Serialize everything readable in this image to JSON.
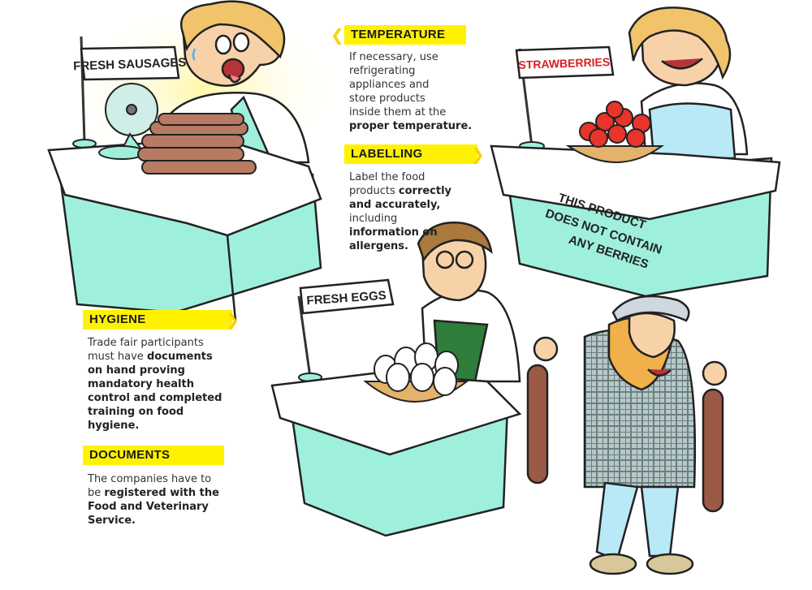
{
  "signs": {
    "sausages": "FRESH SAUSAGES",
    "strawberries": "STRAWBERRIES",
    "eggs": "FRESH EGGS",
    "banner": [
      "THIS PRODUCT",
      "DOES NOT CONTAIN",
      "ANY BERRIES"
    ]
  },
  "temperature": {
    "title": "TEMPERATURE",
    "lines": [
      "If necessary, use",
      "refrigerating",
      "appliances  and",
      "store products",
      "inside them at the"
    ],
    "bold": "proper temperature."
  },
  "labelling": {
    "title": "LABELLING",
    "l1": "Label the food",
    "l2a": "products ",
    "l2b": "correctly",
    "l3": "and accurately,",
    "l4": "including",
    "l5": "information on",
    "l6": "allergens."
  },
  "hygiene": {
    "title": "HYGIENE",
    "l1": "Trade fair participants",
    "l2a": "must have ",
    "l2b": "documents",
    "l3": "on hand proving",
    "l4": "mandatory health",
    "l5": "control and completed",
    "l6": "training on food",
    "l7": "hygiene."
  },
  "documents": {
    "title": "DOCUMENTS",
    "l1": "The companies have to",
    "l2a": "be ",
    "l2b": "registered with the",
    "l3": "Food and Veterinary",
    "l4": "Service."
  },
  "colors": {
    "accent_yellow": "#fff200",
    "counter_mint": "#9ef0dd",
    "strawberry_red": "#e8342a",
    "sausage_brown": "#9a5a45"
  }
}
